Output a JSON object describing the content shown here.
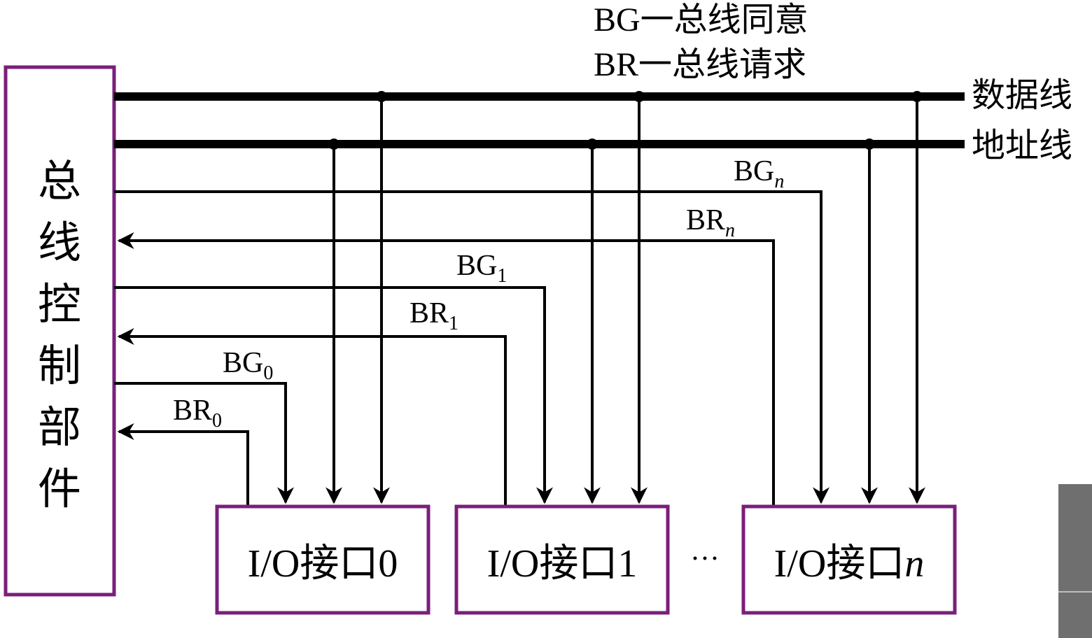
{
  "legend": {
    "bg": "BG一总线同意",
    "br": "BR一总线请求"
  },
  "controller": {
    "chars": [
      "总",
      "线",
      "控",
      "制",
      "部",
      "件"
    ]
  },
  "buses": {
    "data": "数据线",
    "address": "地址线"
  },
  "signals": {
    "bg0": {
      "base": "BG",
      "sub": "0"
    },
    "br0": {
      "base": "BR",
      "sub": "0"
    },
    "bg1": {
      "base": "BG",
      "sub": "1"
    },
    "br1": {
      "base": "BR",
      "sub": "1"
    },
    "bgn": {
      "base": "BG",
      "sub": "n"
    },
    "brn": {
      "base": "BR",
      "sub": "n"
    }
  },
  "interfaces": {
    "io0": {
      "prefix": "I/O接口",
      "index": "0"
    },
    "io1": {
      "prefix": "I/O接口",
      "index": "1"
    },
    "ion": {
      "prefix": "I/O接口",
      "index": "n"
    }
  },
  "ellipsis": "···",
  "colors": {
    "box_border": "#7a1f7a",
    "line": "#000000"
  }
}
